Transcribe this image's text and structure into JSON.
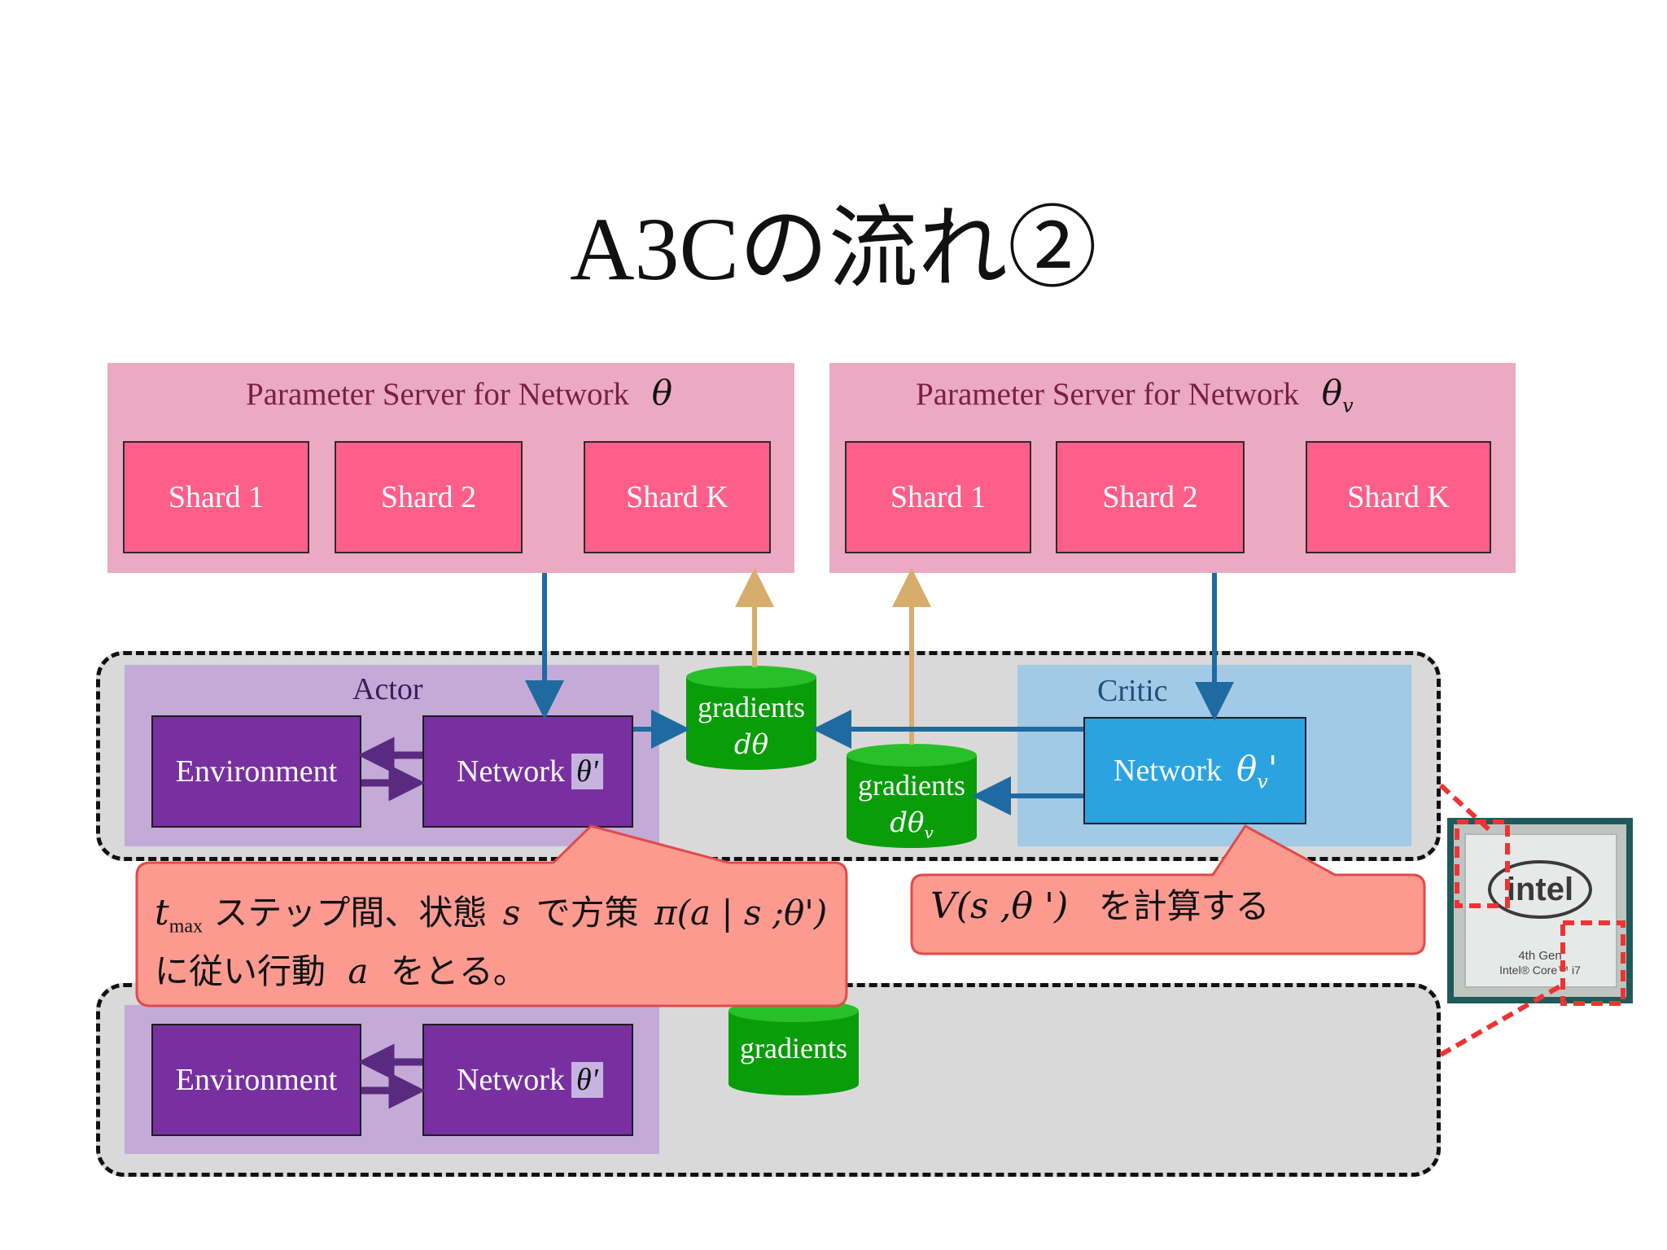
{
  "title": "A3Cの流れ②",
  "param_servers": [
    {
      "label": "Parameter Server for Network",
      "symbol": "θ",
      "shards": [
        "Shard 1",
        "Shard 2",
        "Shard K"
      ]
    },
    {
      "label": "Parameter Server for Network",
      "symbol": "θ",
      "symbol_sub": "v",
      "shards": [
        "Shard 1",
        "Shard 2",
        "Shard K"
      ]
    }
  ],
  "worker1": {
    "actor_label": "Actor",
    "critic_label": "Critic",
    "environment": "Environment",
    "actor_network": "Network",
    "actor_symbol": "θ'",
    "critic_network": "Network",
    "critic_symbol": "θ",
    "critic_symbol_sub": "v",
    "critic_symbol_prime": "'",
    "gradients_actor": {
      "label": "gradients",
      "symbol": "dθ"
    },
    "gradients_critic": {
      "label": "gradients",
      "symbol": "dθ",
      "sub": "v"
    }
  },
  "worker2": {
    "environment": "Environment",
    "actor_network": "Network",
    "actor_symbol": "θ'",
    "gradients": "gradients"
  },
  "callout_actor": {
    "t_max": "t",
    "t_max_sub": "max",
    "line1_a": "ステップ間、状態",
    "s_t": "s",
    "line1_b": "で方策",
    "policy": "π(a | s ;θ')",
    "line2_a": "に従い行動",
    "a_t": "a",
    "line2_b": "をとる。"
  },
  "callout_critic": {
    "formula": "V(s ,θ ')",
    "text": "を計算する"
  },
  "cpu": {
    "brand": "intel",
    "line1": "4th Gen",
    "line2": "Intel® Core™ i7"
  },
  "colors": {
    "param_server_bg": "#ebaac2",
    "shard": "#fe5f8a",
    "actor_bg": "#c3aad7",
    "critic_bg": "#a2c9e6",
    "network_purple": "#7830a0",
    "network_blue": "#2aa3e0",
    "gradients_green": "#0a9d0a",
    "arrow_blue": "#1f6aa0",
    "arrow_tan": "#d6ad6b",
    "callout": "#fd9a90",
    "callout_border": "#e14a4a"
  }
}
